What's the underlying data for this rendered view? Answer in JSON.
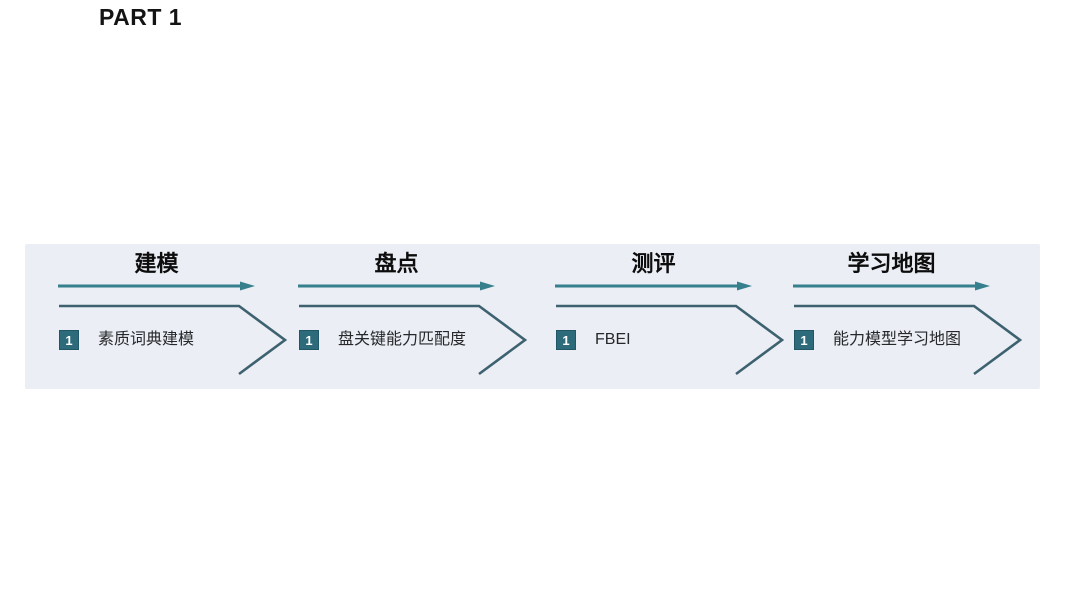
{
  "slide": {
    "title": "PART 1"
  },
  "colors": {
    "panel_bg": "#ebeef4",
    "teal": "#36808e",
    "slate": "#3e6170",
    "badge_bg": "#2d6b7b",
    "text_dark": "#26282b",
    "title_color": "#141414"
  },
  "diagram": {
    "type": "process-flow",
    "stages": [
      {
        "label": "建模",
        "badge": "1",
        "item": "素质词典建模"
      },
      {
        "label": "盘点",
        "badge": "1",
        "item": "盘关键能力匹配度"
      },
      {
        "label": "测评",
        "badge": "1",
        "item": "FBEI"
      },
      {
        "label": "学习地图",
        "badge": "1",
        "item": "能力模型学习地图"
      }
    ]
  }
}
